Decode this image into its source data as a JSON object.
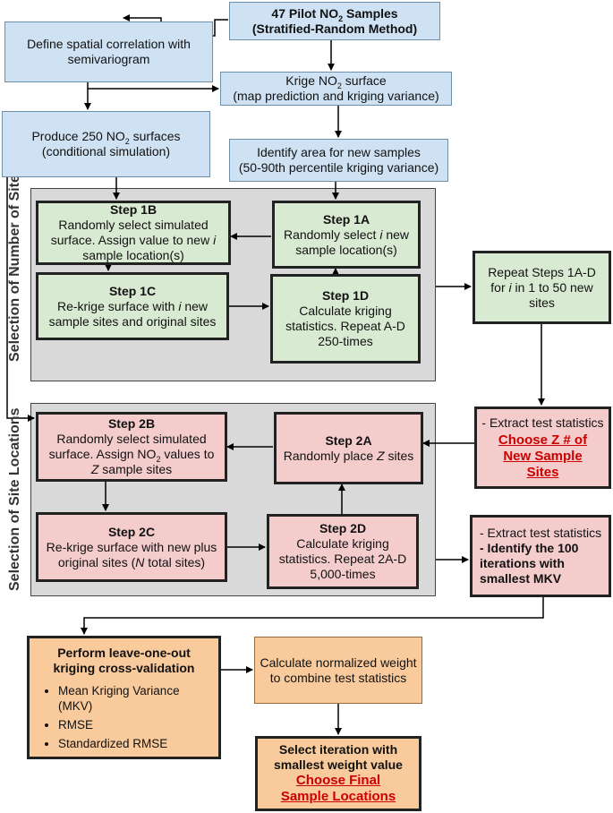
{
  "nodes": {
    "pilot": {
      "line1_pre": "47 Pilot NO",
      "line1_sub": "2",
      "line1_post": " Samples",
      "line2": "(Stratified-Random Method)"
    },
    "define": {
      "line1": "Define spatial correlation with",
      "line2": "semivariogram"
    },
    "krige": {
      "line1_pre": "Krige NO",
      "line1_sub": "2",
      "line1_post": " surface",
      "line2": "(map prediction and kriging variance)"
    },
    "produce": {
      "line1_pre": "Produce 250 NO",
      "line1_sub": "2",
      "line1_post": " surfaces",
      "line2": "(conditional simulation)"
    },
    "identify": {
      "line1": "Identify area for new samples",
      "line2": "(50-90th percentile kriging variance)"
    },
    "step1b": {
      "title": "Step 1B",
      "line1": "Randomly select simulated",
      "line2": "surface. Assign value to new ",
      "line2_i": "i",
      "line3": "sample location(s)"
    },
    "step1a": {
      "title": "Step 1A",
      "line1_pre": "Randomly select ",
      "line1_i": "i",
      "line1_post": " new",
      "line2": "sample location(s)"
    },
    "step1c": {
      "title": "Step 1C",
      "line1_pre": "Re-krige surface with ",
      "line1_i": "i",
      "line1_post": " new",
      "line2": "sample sites and original sites"
    },
    "step1d": {
      "title": "Step 1D",
      "line1": "Calculate kriging",
      "line2": "statistics. Repeat A-D",
      "line3": "250-times"
    },
    "repeat": {
      "line1": "Repeat Steps 1A-D",
      "line2_pre": "for ",
      "line2_i": "i",
      "line2_post": " in 1 to 50 new",
      "line3": "sites"
    },
    "choose_z": {
      "line1": "- Extract test statistics",
      "link": "Choose Z # of New Sample Sites"
    },
    "step2b": {
      "title": "Step 2B",
      "line1": "Randomly select simulated",
      "line2_pre": "surface. Assign NO",
      "line2_sub": "2",
      "line2_post": " values to",
      "line3_i": "Z",
      "line3_post": " sample sites"
    },
    "step2a": {
      "title": "Step 2A",
      "line1_pre": "Randomly place ",
      "line1_i": "Z",
      "line1_post": " sites"
    },
    "step2c": {
      "title": "Step 2C",
      "line1": "Re-krige surface with new plus",
      "line2_pre": "original sites (",
      "line2_i": "N",
      "line2_post": " total sites)"
    },
    "step2d": {
      "title": "Step 2D",
      "line1": "Calculate kriging",
      "line2": "statistics. Repeat 2A-D",
      "line3": "5,000-times"
    },
    "extract2": {
      "line1": "- Extract test statistics",
      "line2": "- Identify the 100",
      "line3": "iterations with",
      "line4": "smallest MKV"
    },
    "loocv": {
      "title1": "Perform leave-one-out",
      "title2": "kriging cross-validation",
      "bullets": [
        "Mean Kriging Variance (MKV)",
        "RMSE",
        "Standardized RMSE"
      ]
    },
    "normalize": {
      "line1": "Calculate normalized weight",
      "line2": "to combine test statistics"
    },
    "select": {
      "line1": "Select iteration with",
      "line2": "smallest weight value",
      "link": "Choose Final Sample Locations"
    }
  },
  "regions": {
    "sites_number": "Selection of Number of Sites",
    "sites_location": "Selection of Site Locations"
  },
  "colors": {
    "blue": "#cfe2f3",
    "green": "#d9ead3",
    "pink": "#f4cccc",
    "orange": "#f9cb9c",
    "region_gray": "#d9d9d9",
    "link_red": "#cc0000"
  }
}
